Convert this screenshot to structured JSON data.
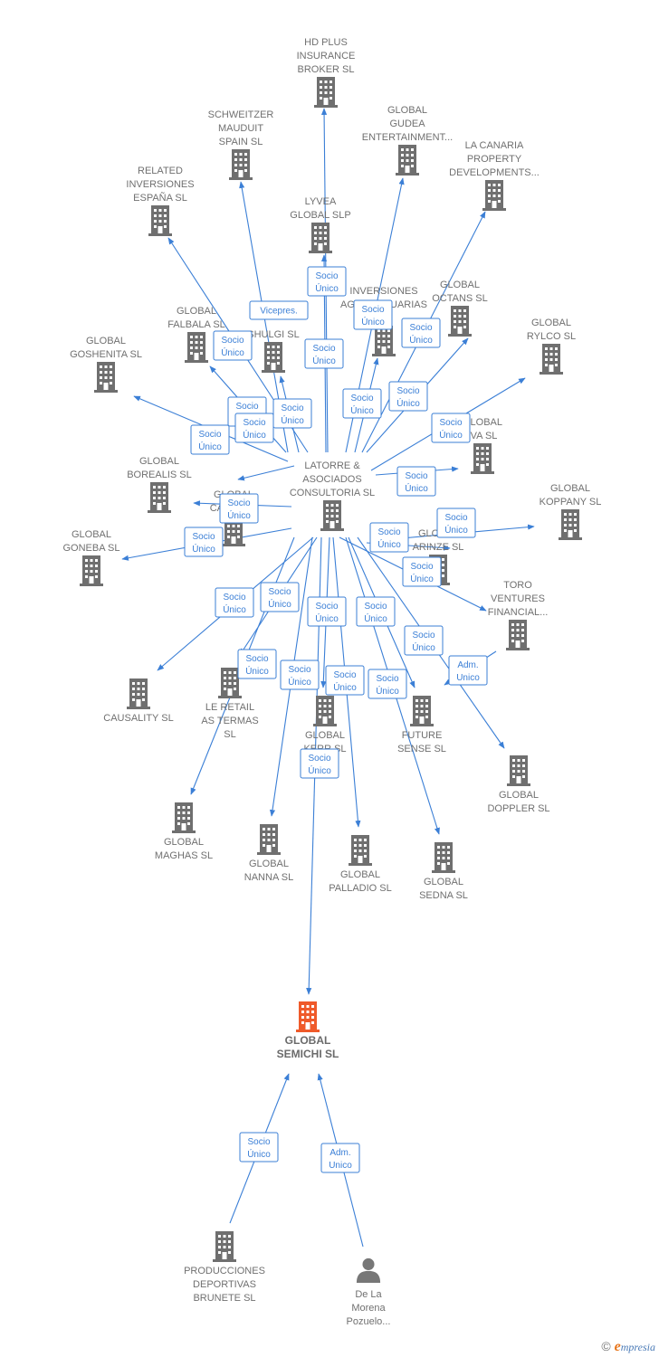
{
  "colors": {
    "edge": "#3b7fd6",
    "building": "#6f6f6f",
    "focus": "#ef5a2a",
    "person": "#777777"
  },
  "nodes": [
    {
      "id": "hdplus",
      "lines": [
        "HD PLUS",
        "INSURANCE",
        "BROKER  SL"
      ],
      "icon": "building-icon"
    },
    {
      "id": "schweitzer",
      "lines": [
        "SCHWEITZER",
        "MAUDUIT",
        "SPAIN SL"
      ],
      "icon": "building-icon"
    },
    {
      "id": "gudea",
      "lines": [
        "GLOBAL",
        "GUDEA",
        "ENTERTAINMENT..."
      ],
      "icon": "building-icon"
    },
    {
      "id": "canaria",
      "lines": [
        "LA CANARIA",
        "PROPERTY",
        "DEVELOPMENTS..."
      ],
      "icon": "building-icon"
    },
    {
      "id": "related",
      "lines": [
        "RELATED",
        "INVERSIONES",
        "ESPAÑA  SL"
      ],
      "icon": "building-icon"
    },
    {
      "id": "lyvea",
      "lines": [
        "LYVEA",
        "GLOBAL  SLP"
      ],
      "icon": "building-icon"
    },
    {
      "id": "agro",
      "lines": [
        "INVERSIONES",
        "AGROPECUARIAS",
        "SL"
      ],
      "icon": "building-icon"
    },
    {
      "id": "octans",
      "lines": [
        "GLOBAL",
        "OCTANS  SL"
      ],
      "icon": "building-icon"
    },
    {
      "id": "falbala",
      "lines": [
        "GLOBAL",
        "FALBALA  SL"
      ],
      "icon": "building-icon"
    },
    {
      "id": "shulgi",
      "lines": [
        "SHULGI  SL"
      ],
      "icon": "building-icon"
    },
    {
      "id": "rylco",
      "lines": [
        "GLOBAL",
        "RYLCO  SL"
      ],
      "icon": "building-icon"
    },
    {
      "id": "goshenita",
      "lines": [
        "GLOBAL",
        "GOSHENITA SL"
      ],
      "icon": "building-icon"
    },
    {
      "id": "iva",
      "lines": [
        "GLOBAL",
        "IVA  SL"
      ],
      "icon": "building-icon"
    },
    {
      "id": "borealis",
      "lines": [
        "GLOBAL",
        "BOREALIS  SL"
      ],
      "icon": "building-icon"
    },
    {
      "id": "latorre",
      "lines": [
        "LATORRE &",
        "ASOCIADOS",
        "CONSULTORIA SL"
      ],
      "icon": "building-icon"
    },
    {
      "id": "koppany",
      "lines": [
        "GLOBAL",
        "KOPPANY  SL"
      ],
      "icon": "building-icon"
    },
    {
      "id": "caffe",
      "lines": [
        "GLOBAL",
        "CAFFE  SL"
      ],
      "icon": "building-icon"
    },
    {
      "id": "goneba",
      "lines": [
        "GLOBAL",
        "GONEBA  SL"
      ],
      "icon": "building-icon"
    },
    {
      "id": "arinze",
      "lines": [
        "GLOBAL",
        "ARINZE  SL"
      ],
      "icon": "building-icon"
    },
    {
      "id": "toro",
      "lines": [
        "TORO",
        "VENTURES",
        "FINANCIAL..."
      ],
      "icon": "building-icon"
    },
    {
      "id": "causality",
      "lines": [
        "CAUSALITY  SL"
      ],
      "icon": "building-icon"
    },
    {
      "id": "leretail",
      "lines": [
        "LE RETAIL",
        "AS TERMAS",
        "SL"
      ],
      "icon": "building-icon"
    },
    {
      "id": "kerr",
      "lines": [
        "GLOBAL",
        "KERR  SL"
      ],
      "icon": "building-icon"
    },
    {
      "id": "future",
      "lines": [
        "FUTURE",
        "SENSE  SL"
      ],
      "icon": "building-icon"
    },
    {
      "id": "doppler",
      "lines": [
        "GLOBAL",
        "DOPPLER  SL"
      ],
      "icon": "building-icon"
    },
    {
      "id": "maghas",
      "lines": [
        "GLOBAL",
        "MAGHAS  SL"
      ],
      "icon": "building-icon"
    },
    {
      "id": "nanna",
      "lines": [
        "GLOBAL",
        "NANNA  SL"
      ],
      "icon": "building-icon"
    },
    {
      "id": "palladio",
      "lines": [
        "GLOBAL",
        "PALLADIO  SL"
      ],
      "icon": "building-icon"
    },
    {
      "id": "sedna",
      "lines": [
        "GLOBAL",
        "SEDNA  SL"
      ],
      "icon": "building-icon"
    },
    {
      "id": "semichi",
      "lines": [
        "GLOBAL",
        "SEMICHI  SL"
      ],
      "icon": "building-icon",
      "focus": true
    },
    {
      "id": "producciones",
      "lines": [
        "PRODUCCIONES",
        "DEPORTIVAS",
        "BRUNETE SL"
      ],
      "icon": "building-icon"
    },
    {
      "id": "delamorena",
      "lines": [
        "De La",
        "Morena",
        "Pozuelo..."
      ],
      "icon": "person-icon"
    }
  ],
  "edges": [
    {
      "from": "latorre",
      "to": "hdplus",
      "label": [
        "Socio",
        "Único"
      ]
    },
    {
      "from": "latorre",
      "to": "schweitzer",
      "label": [
        "Vicepres."
      ]
    },
    {
      "from": "latorre",
      "to": "gudea",
      "label": [
        "Socio",
        "Único"
      ]
    },
    {
      "from": "latorre",
      "to": "canaria",
      "label": [
        "Socio",
        "Único"
      ]
    },
    {
      "from": "latorre",
      "to": "related",
      "label": [
        "Socio",
        "Único"
      ]
    },
    {
      "from": "latorre",
      "to": "lyvea",
      "label": [
        "Socio",
        "Único"
      ]
    },
    {
      "from": "latorre",
      "to": "agro",
      "label": [
        "Socio",
        "Único"
      ]
    },
    {
      "from": "latorre",
      "to": "octans",
      "label": [
        "Socio",
        "Único"
      ]
    },
    {
      "from": "latorre",
      "to": "falbala",
      "label": [
        "Socio",
        "Único"
      ]
    },
    {
      "from": "latorre",
      "to": "shulgi",
      "label": [
        "Socio",
        "Único"
      ]
    },
    {
      "from": "latorre",
      "to": "rylco",
      "label": [
        "Socio",
        "Único"
      ]
    },
    {
      "from": "latorre",
      "to": "goshenita",
      "label": [
        "Socio",
        "Único"
      ]
    },
    {
      "from": "latorre",
      "to": "iva",
      "label": [
        "Socio",
        "Único"
      ]
    },
    {
      "from": "latorre",
      "to": "borealis",
      "label": [
        "Socio",
        "Único"
      ]
    },
    {
      "from": "latorre",
      "to": "koppany",
      "label": [
        "Socio",
        "Único"
      ]
    },
    {
      "from": "latorre",
      "to": "caffe",
      "label": [
        "Socio",
        "Único"
      ]
    },
    {
      "from": "latorre",
      "to": "goneba",
      "label": [
        "Socio",
        "Único"
      ]
    },
    {
      "from": "latorre",
      "to": "arinze",
      "label": [
        "Socio",
        "Único"
      ]
    },
    {
      "from": "latorre",
      "to": "toro",
      "label": [
        "Socio",
        "Único"
      ]
    },
    {
      "from": "latorre",
      "to": "causality",
      "label": [
        "Socio",
        "Único"
      ]
    },
    {
      "from": "latorre",
      "to": "leretail",
      "label": [
        "Socio",
        "Único"
      ]
    },
    {
      "from": "latorre",
      "to": "kerr",
      "label": [
        "Socio",
        "Único"
      ]
    },
    {
      "from": "latorre",
      "to": "future",
      "label": [
        "Socio",
        "Único"
      ]
    },
    {
      "from": "latorre",
      "to": "doppler",
      "label": [
        "Socio",
        "Único"
      ]
    },
    {
      "from": "latorre",
      "to": "maghas",
      "label": [
        "Socio",
        "Único"
      ]
    },
    {
      "from": "latorre",
      "to": "nanna",
      "label": [
        "Socio",
        "Único"
      ]
    },
    {
      "from": "latorre",
      "to": "palladio",
      "label": [
        "Socio",
        "Único"
      ]
    },
    {
      "from": "latorre",
      "to": "sedna",
      "label": [
        "Socio",
        "Único"
      ]
    },
    {
      "from": "latorre",
      "to": "semichi",
      "label": [
        "Socio",
        "Único"
      ]
    },
    {
      "from": "toro",
      "to": "future",
      "label": [
        "Adm.",
        "Unico"
      ]
    },
    {
      "from": "producciones",
      "to": "semichi",
      "label": [
        "Socio",
        "Único"
      ]
    },
    {
      "from": "delamorena",
      "to": "semichi",
      "label": [
        "Adm.",
        "Unico"
      ]
    }
  ],
  "footer": {
    "copyright": "©",
    "brand_initial": "e",
    "brand_rest": "mpresia"
  }
}
